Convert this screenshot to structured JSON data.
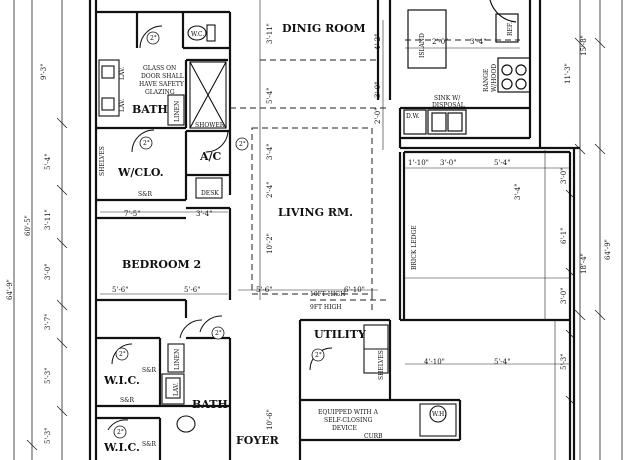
{
  "rooms": {
    "dining": "DINIG ROOM",
    "living": "LIVING RM.",
    "bedroom2": "BEDROOM 2",
    "bath_upper": "BATH",
    "bath_lower": "BATH",
    "wclo": "W/CLO.",
    "ac": "A/C",
    "utility": "UTILITY",
    "wic1": "W.I.C.",
    "wic2": "W.I.C.",
    "foyer": "FOYER",
    "desk": "DESK",
    "island": "ISLAND",
    "ref": "REF."
  },
  "notes": {
    "glass_1": "GLASS ON",
    "glass_2": "DOOR SHALL",
    "glass_3": "HAVE SAFETY",
    "glass_4": "GLAZING",
    "shower": "SHOWER",
    "linen_upper": "LINEN",
    "linen_lower": "LINEN",
    "wc": "W.C.",
    "lav1": "LAV.",
    "lav2": "LAV.",
    "lav3": "LAV.",
    "shelves_upper": "SHELVES",
    "shelves_lower": "SHELVES",
    "sr1": "S&R",
    "sr2": "S&R",
    "sr3": "S&R",
    "sr4": "S&R",
    "sink_1": "SINK W/",
    "sink_2": "DISPOSAL",
    "dw": "D.W.",
    "range_1": "RANGE",
    "range_2": "W/HOOD",
    "closing_1": "EQUIPPED WITH A",
    "closing_2": "SELF-CLOSING",
    "closing_3": "DEVICE",
    "curb": "CURB",
    "wh": "W.H.",
    "brick": "BRICK LEDGE",
    "ht_10ft": "10FT HIGH",
    "ht_9ft": "9FT HIGH",
    "door_2": "2°"
  },
  "dims": {
    "d1": "3'-11\"",
    "d2": "9'-3\"",
    "d3": "4'-2\"",
    "d4": "2'-0\"",
    "d5": "3'-4\"",
    "d6": "15'-8\"",
    "d7": "11'-3\"",
    "d8": "5'-4\"",
    "d9": "3'-0\"",
    "d10": "2'-0\"",
    "d11": "3'-4\"",
    "d12": "1'-10\"",
    "d13": "3'-0\"",
    "d14": "5'-4\"",
    "d15": "3'-0\"",
    "d16": "5'-4\"",
    "d17": "7'-5\"",
    "d18": "3'-4\"",
    "d19": "3'-11\"",
    "d20": "2'-4\"",
    "d21": "10'-2\"",
    "d22": "6'-1\"",
    "d23": "18'-4\"",
    "d24": "64'-9\"",
    "d25": "64'-9\"",
    "d26": "60'-5\"",
    "d27": "3'-0\"",
    "d28": "5'-3\"",
    "d29": "5'-6\"",
    "d30": "5'-6\"",
    "d31": "6'-10\"",
    "d32": "3'-0\"",
    "d33": "3'-7\"",
    "d34": "5'-3\"",
    "d35": "4'-10\"",
    "d36": "5'-4\"",
    "d37": "5'-3\"",
    "d38": "10'-6\"",
    "d39": "3'-4\""
  }
}
